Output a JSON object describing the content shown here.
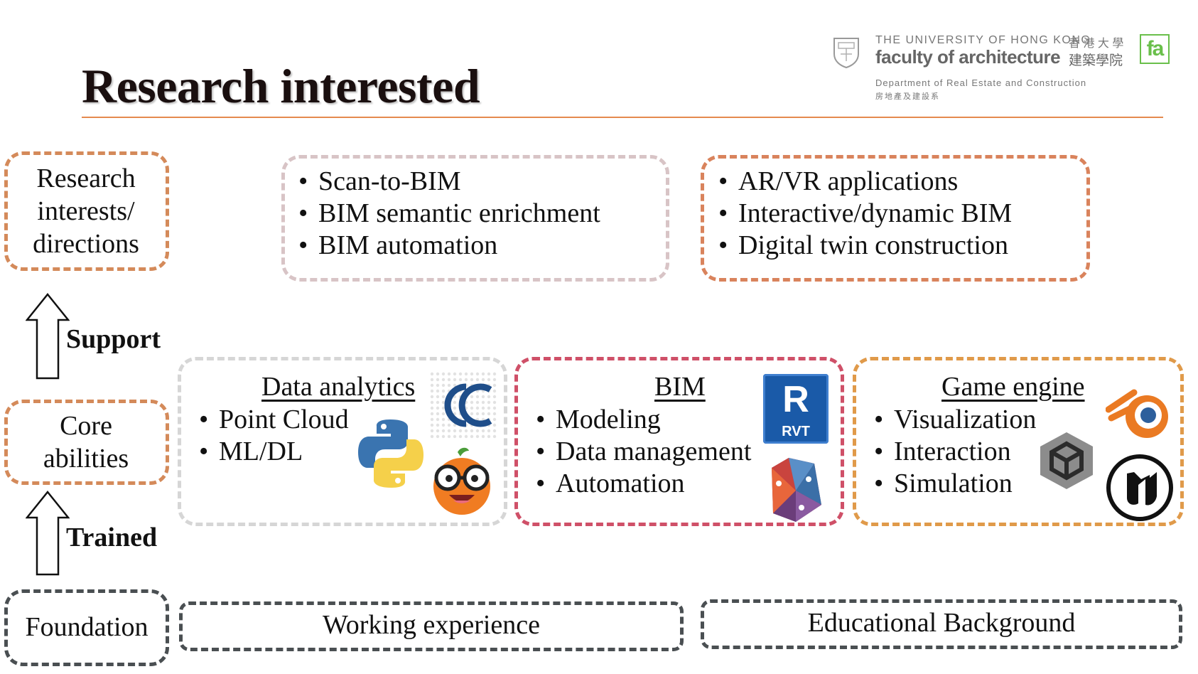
{
  "header": {
    "title": "Research interested",
    "university_line": "THE UNIVERSITY OF HONG KONG",
    "university_chinese": "香 港 大 學",
    "faculty_line": "faculty of architecture",
    "faculty_chinese": "建築學院",
    "department_line": "Department of Real Estate and Construction",
    "department_chinese": "房地產及建設系",
    "logo_letters": "fa"
  },
  "levels": {
    "research": "Research interests/ directions",
    "core": "Core abilities",
    "foundation": "Foundation"
  },
  "arrows": {
    "support": "Support",
    "trained": "Trained"
  },
  "research_boxes": [
    {
      "items": [
        "Scan-to-BIM",
        "BIM semantic enrichment",
        "BIM automation"
      ]
    },
    {
      "items": [
        "AR/VR applications",
        "Interactive/dynamic BIM",
        "Digital twin construction"
      ]
    }
  ],
  "core_boxes": [
    {
      "heading": "Data analytics",
      "items": [
        "Point Cloud",
        "ML/DL"
      ],
      "icons": [
        "cloudcompare-icon",
        "python-icon",
        "orange-icon"
      ]
    },
    {
      "heading": "BIM",
      "items": [
        "Modeling",
        "Data management",
        "Automation"
      ],
      "icons": [
        "revit-icon",
        "dynamo-icon"
      ],
      "revit_letter": "R",
      "revit_text": "RVT"
    },
    {
      "heading": "Game engine",
      "items": [
        "Visualization",
        "Interaction",
        "Simulation"
      ],
      "icons": [
        "blender-icon",
        "unity-icon",
        "unreal-icon"
      ]
    }
  ],
  "foundation_boxes": [
    {
      "label": "Working experience"
    },
    {
      "label": "Educational Background"
    }
  ],
  "colors": {
    "orange": "#e0a05a",
    "red": "#cf5a6a",
    "gray": "#d9d2d2",
    "dark": "#4a4f52",
    "rule": "#e58a4e",
    "logo_green": "#6abf4b"
  }
}
